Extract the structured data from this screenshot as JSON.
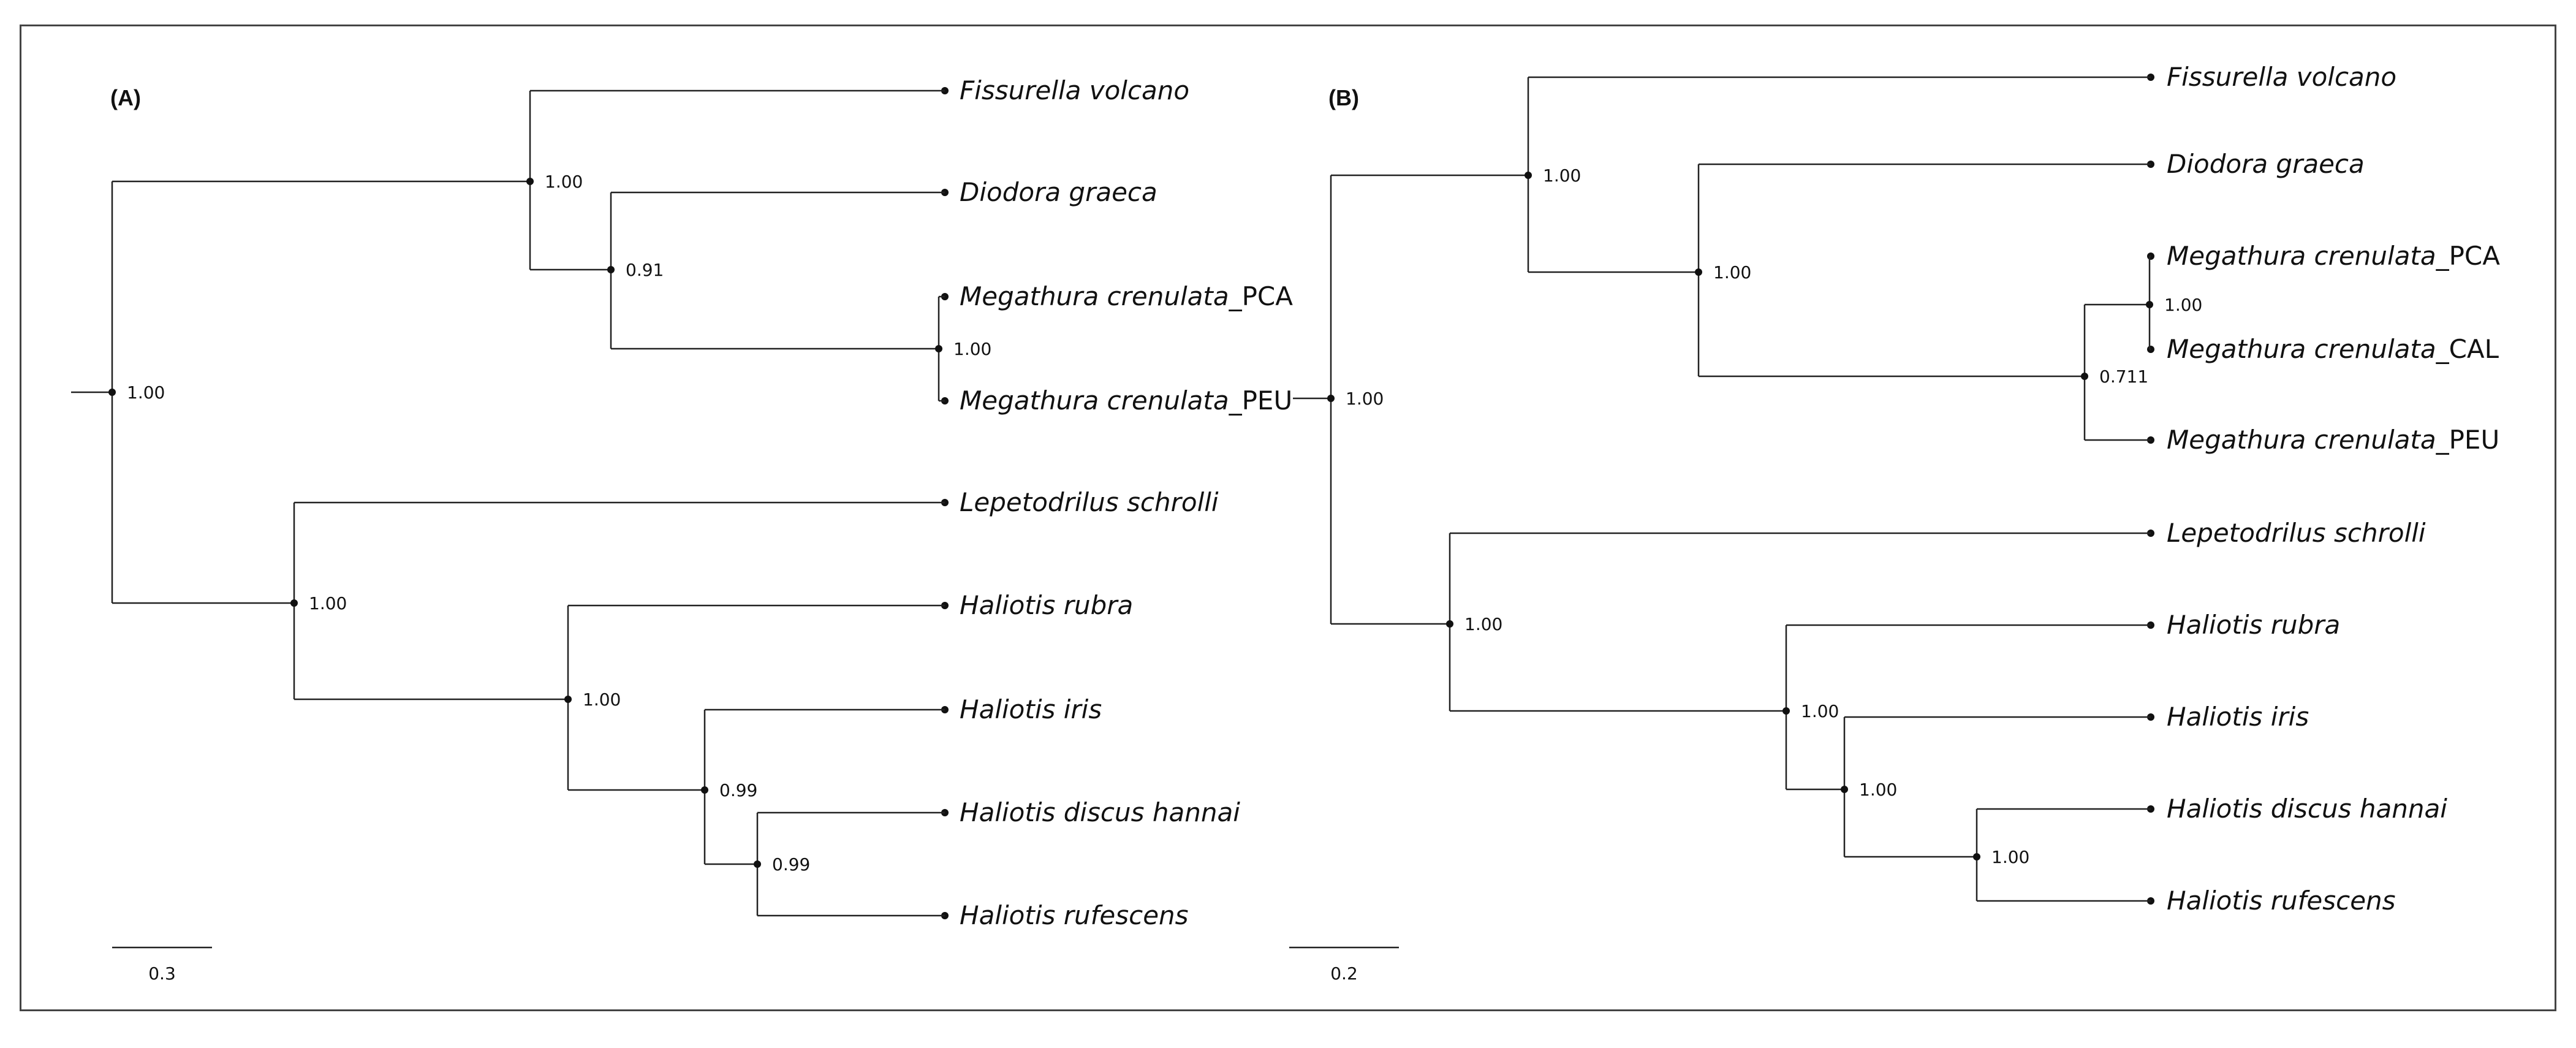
{
  "panels": [
    {
      "label": "(A)",
      "scale_bar": "0.3",
      "taxa": [
        {
          "genus": "Fissurella volcano",
          "suffix": ""
        },
        {
          "genus": "Diodora graeca",
          "suffix": ""
        },
        {
          "genus": "Megathura crenulata",
          "suffix": "_PCA"
        },
        {
          "genus": "Megathura crenulata",
          "suffix": "_PEU"
        },
        {
          "genus": "Lepetodrilus schrolli",
          "suffix": ""
        },
        {
          "genus": "Haliotis rubra",
          "suffix": ""
        },
        {
          "genus": "Haliotis iris",
          "suffix": ""
        },
        {
          "genus": "Haliotis discus hannai",
          "suffix": ""
        },
        {
          "genus": "Haliotis rufescens",
          "suffix": ""
        }
      ],
      "supports": [
        "1.00",
        "1.00",
        "0.91",
        "1.00",
        "1.00",
        "1.00",
        "0.99",
        "0.99"
      ]
    },
    {
      "label": "(B)",
      "scale_bar": "0.2",
      "taxa": [
        {
          "genus": "Fissurella volcano",
          "suffix": ""
        },
        {
          "genus": "Diodora graeca",
          "suffix": ""
        },
        {
          "genus": "Megathura crenulata",
          "suffix": "_PCA"
        },
        {
          "genus": "Megathura crenulata",
          "suffix": "_CAL"
        },
        {
          "genus": "Megathura crenulata",
          "suffix": "_PEU"
        },
        {
          "genus": "Lepetodrilus schrolli",
          "suffix": ""
        },
        {
          "genus": "Haliotis rubra",
          "suffix": ""
        },
        {
          "genus": "Haliotis iris",
          "suffix": ""
        },
        {
          "genus": "Haliotis discus hannai",
          "suffix": ""
        },
        {
          "genus": "Haliotis rufescens",
          "suffix": ""
        }
      ],
      "supports": [
        "1.00",
        "1.00",
        "1.00",
        "1.00",
        "0.711",
        "1.00",
        "1.00",
        "1.00",
        "1.00"
      ]
    }
  ]
}
